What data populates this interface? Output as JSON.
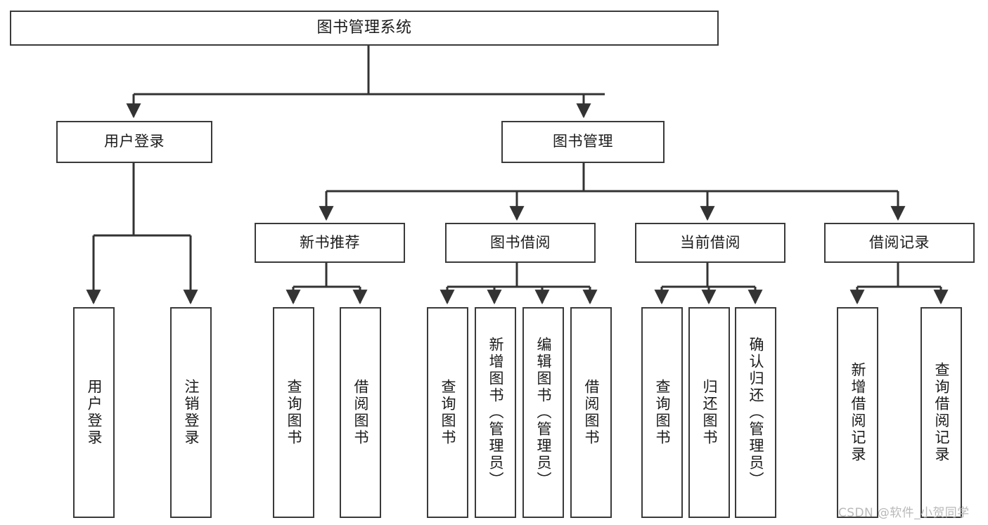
{
  "diagram": {
    "title": "图书管理系统",
    "type": "tree-structure-chart",
    "background_color": "#ffffff",
    "border_color": "#3a3a3a",
    "text_color": "#1b1b1b",
    "watermark": "CSDN @软件_小贺同学",
    "watermark_color": "#b9b9b9"
  },
  "nodes": {
    "root": {
      "label": "图书管理系统"
    },
    "level2": [
      {
        "label": "用户登录"
      },
      {
        "label": "图书管理"
      }
    ],
    "level3": [
      {
        "label": "新书推荐"
      },
      {
        "label": "图书借阅"
      },
      {
        "label": "当前借阅"
      },
      {
        "label": "借阅记录"
      }
    ],
    "leaves": {
      "user_login": [
        {
          "label": "用户登录"
        },
        {
          "label": "注销登录"
        }
      ],
      "new_book": [
        {
          "label": "查询图书"
        },
        {
          "label": "借阅图书"
        }
      ],
      "book_borrow": [
        {
          "label": "查询图书"
        },
        {
          "label": "新增图书（管理员）"
        },
        {
          "label": "编辑图书（管理员）"
        },
        {
          "label": "借阅图书"
        }
      ],
      "current_borrow": [
        {
          "label": "查询图书"
        },
        {
          "label": "归还图书"
        },
        {
          "label": "确认归还（管理员）"
        }
      ],
      "borrow_record": [
        {
          "label": "新增借阅记录"
        },
        {
          "label": "查询借阅记录"
        }
      ]
    }
  }
}
